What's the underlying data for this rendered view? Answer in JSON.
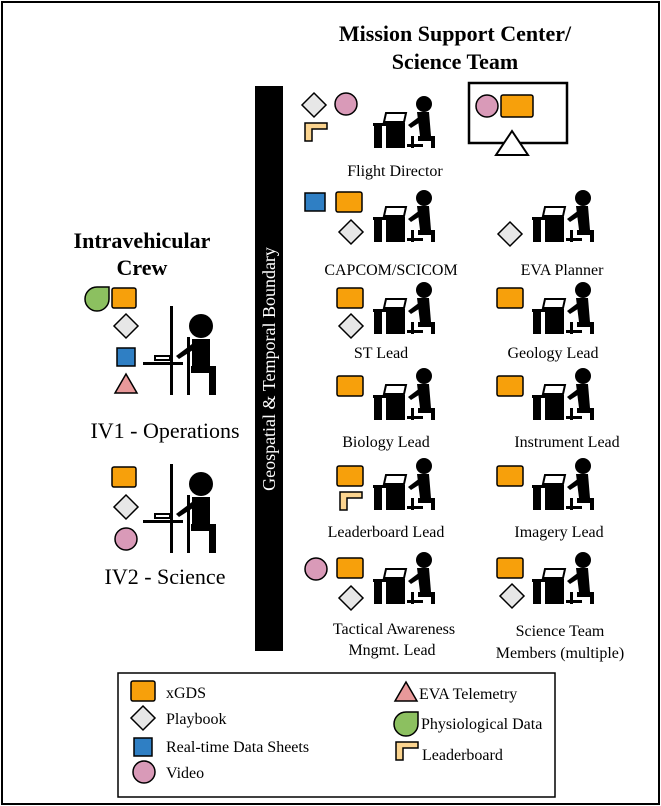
{
  "title": {
    "line1": "Mission Support Center/",
    "line2": "Science Team"
  },
  "boundary_label": "Geospatial & Temporal Boundary",
  "crew": {
    "heading_line1": "Intravehicular",
    "heading_line2": "Crew",
    "iv1": "IV1 - Operations",
    "iv2": "IV2 - Science"
  },
  "roles": {
    "flight_director": "Flight Director",
    "capcom": "CAPCOM/SCICOM",
    "eva_planner": "EVA Planner",
    "st_lead": "ST Lead",
    "geology_lead": "Geology Lead",
    "biology_lead": "Biology Lead",
    "instrument_lead": "Instrument Lead",
    "leaderboard_lead": "Leaderboard Lead",
    "imagery_lead": "Imagery Lead",
    "tactical_line1": "Tactical Awareness",
    "tactical_line2": "Mngmt. Lead",
    "science_line1": "Science Team",
    "science_line2": "Members (multiple)"
  },
  "legend": {
    "xgds": "xGDS",
    "playbook": "Playbook",
    "data_sheets": "Real-time Data Sheets",
    "video": "Video",
    "eva_telemetry": "EVA Telemetry",
    "physiological": "Physiological Data",
    "leaderboard": "Leaderboard"
  },
  "colors": {
    "xgds": "#f7a00b",
    "playbook": "#e7e7e7",
    "data_sheets": "#2f7fc4",
    "video": "#d99ab8",
    "eva_telemetry": "#e8999a",
    "physiological": "#8cc060",
    "leaderboard": "#fbd48f"
  }
}
